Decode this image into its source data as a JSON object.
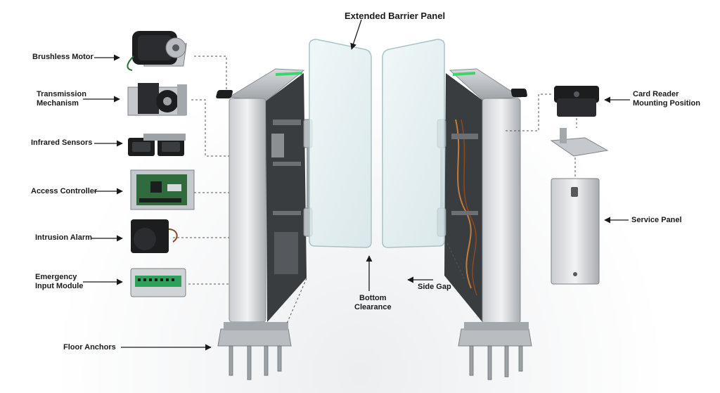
{
  "labels": {
    "brushless_motor": "Brushless Motor",
    "transmission_mechanism": "Transmission\nMechanism",
    "infrared_sensors": "Infrared Sensors",
    "access_controller": "Access Controller",
    "intrusion_alarm": "Intrusion Alarm",
    "emergency_input_module": "Emergency\nInput Module",
    "floor_anchors": "Floor Anchors",
    "extended_barrier_panel": "Extended Barrier Panel",
    "bottom_clearance": "Bottom\nClearance",
    "side_gap": "Side Gap",
    "card_reader_mounting_position": "Card Reader\nMounting Position",
    "service_panel": "Service Panel"
  },
  "colors": {
    "steel_light": "#e3e5e7",
    "steel_mid": "#b9bdc1",
    "steel_dark": "#7d8287",
    "housing_interior": "#3a3d40",
    "accent_green": "#3fd46a",
    "glass": "#dcecef",
    "pcb_green": "#2f6b3c",
    "terminal_green": "#2fa05a",
    "black_part": "#1c1d1f",
    "leader_line": "#333333"
  }
}
